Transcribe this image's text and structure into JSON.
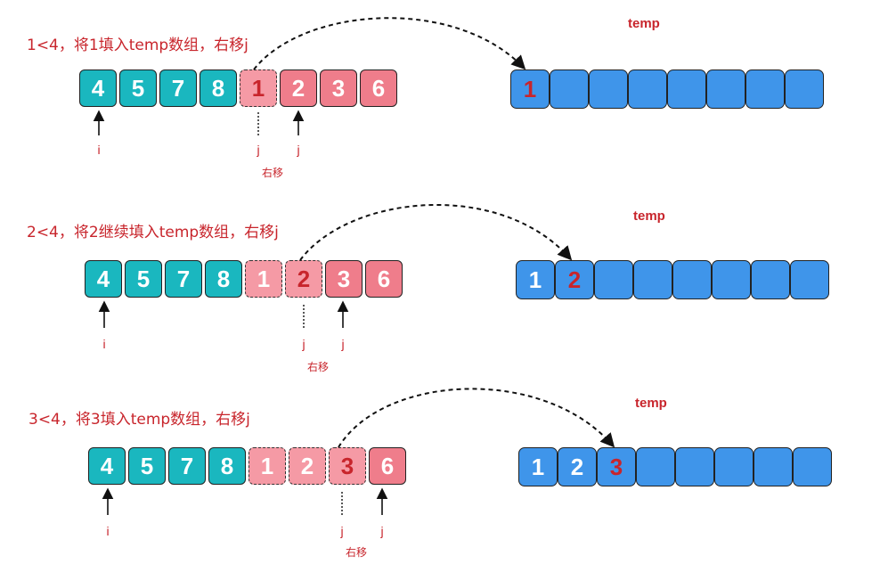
{
  "temp_label": "temp",
  "ptr_i": "i",
  "ptr_j": "j",
  "move_label": "右移",
  "colors": {
    "text_red": "#c8252c",
    "teal": "#1ab7bf",
    "pink": "#ef7d8b",
    "blue": "#3f95ea"
  },
  "steps": [
    {
      "caption": "1<4，将1填入temp数组，右移j",
      "array": [
        "4",
        "5",
        "7",
        "8",
        "1",
        "2",
        "3",
        "6"
      ],
      "temp": [
        "1",
        "",
        "",
        "",
        "",
        "",
        "",
        ""
      ]
    },
    {
      "caption": "2<4，将2继续填入temp数组，右移j",
      "array": [
        "4",
        "5",
        "7",
        "8",
        "1",
        "2",
        "3",
        "6"
      ],
      "temp": [
        "1",
        "2",
        "",
        "",
        "",
        "",
        "",
        ""
      ]
    },
    {
      "caption": "3<4，将3填入temp数组，右移j",
      "array": [
        "4",
        "5",
        "7",
        "8",
        "1",
        "2",
        "3",
        "6"
      ],
      "temp": [
        "1",
        "2",
        "3",
        "",
        "",
        "",
        "",
        ""
      ]
    }
  ]
}
